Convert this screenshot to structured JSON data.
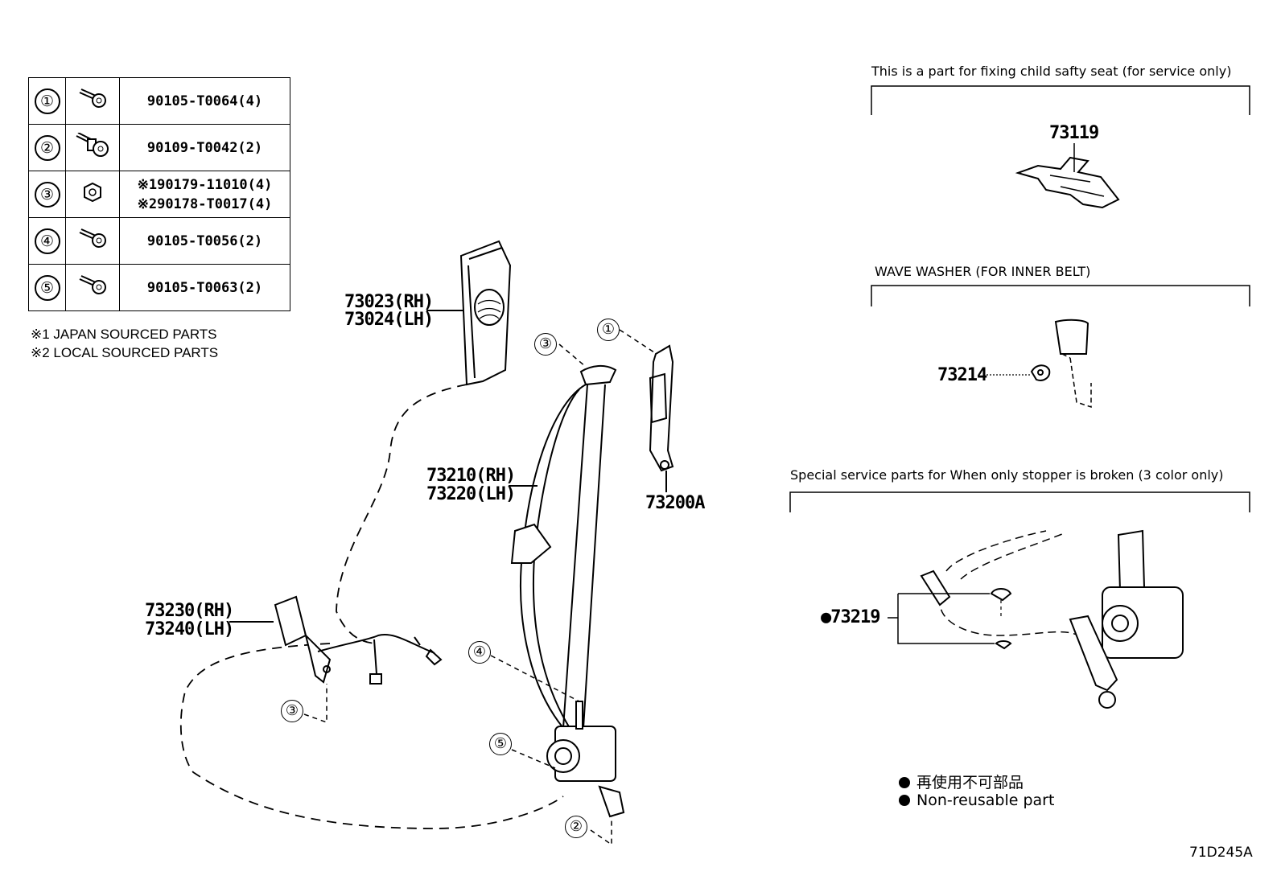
{
  "fastener_table": [
    {
      "num": "①",
      "icon": "bolt-icon",
      "parts": [
        "90105-T0064(4)"
      ]
    },
    {
      "num": "②",
      "icon": "shoulder-bolt-icon",
      "parts": [
        "90109-T0042(2)"
      ]
    },
    {
      "num": "③",
      "icon": "nut-icon",
      "parts": [
        "※190179-11010(4)",
        "※290178-T0017(4)"
      ]
    },
    {
      "num": "④",
      "icon": "bolt-icon",
      "parts": [
        "90105-T0056(2)"
      ]
    },
    {
      "num": "⑤",
      "icon": "bolt-icon",
      "parts": [
        "90105-T0063(2)"
      ]
    }
  ],
  "notes": [
    "※1 JAPAN SOURCED PARTS",
    "※2 LOCAL SOURCED PARTS"
  ],
  "labels": {
    "pillar_rh": "73023(RH)",
    "pillar_lh": "73024(LH)",
    "belt_rh": "73210(RH)",
    "belt_lh": "73220(LH)",
    "adjuster": "73200A",
    "buckle_rh": "73230(RH)",
    "buckle_lh": "73240(LH)",
    "child_seat_part": "73119",
    "wave_washer_part": "73214",
    "stopper_part": "●73219"
  },
  "callouts": {
    "c1": "①",
    "c2": "②",
    "c3a": "③",
    "c3b": "③",
    "c4": "④",
    "c5": "⑤"
  },
  "captions": {
    "child_seat": "This is a part for fixing child safty seat (for service only)",
    "wave_washer": "WAVE WASHER (FOR INNER BELT)",
    "stopper": "Special service parts for When only stopper is broken (3 color only)"
  },
  "legend": {
    "jp": "再使用不可部品",
    "en": "Non-reusable part"
  },
  "diagram_code": "71D245A"
}
